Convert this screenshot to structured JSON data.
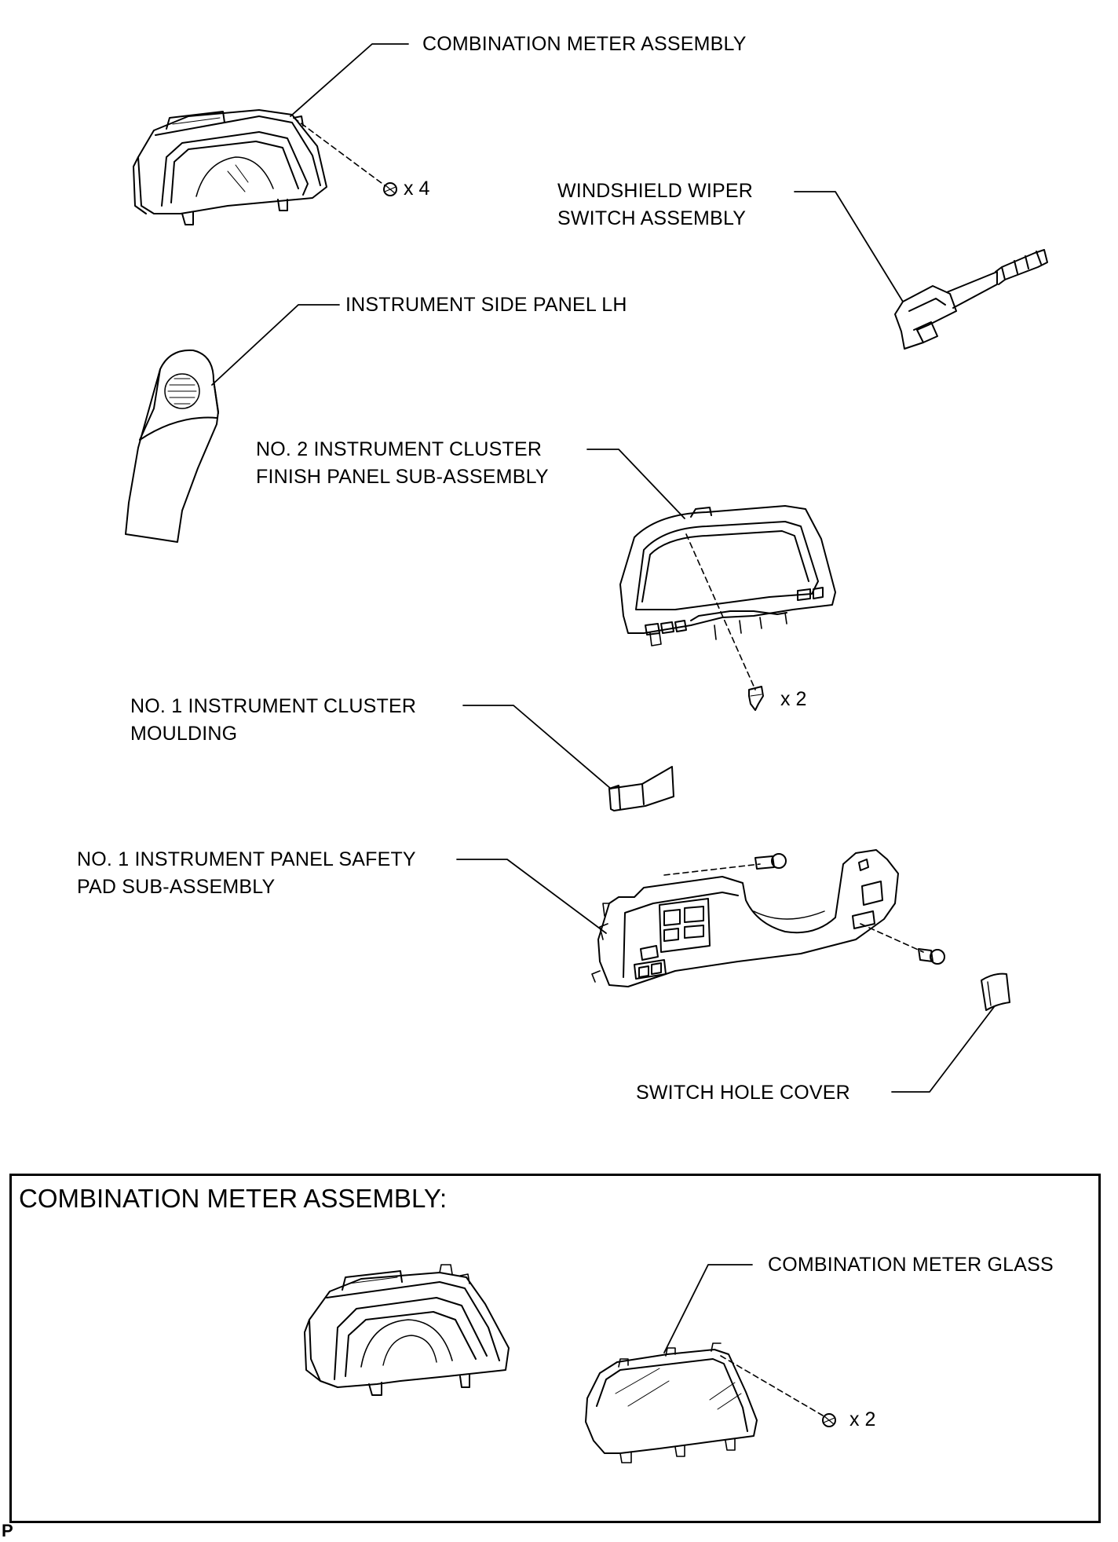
{
  "labels": {
    "combination_meter_assembly": "COMBINATION METER ASSEMBLY",
    "windshield_wiper_line1": "WINDSHIELD WIPER",
    "windshield_wiper_line2": "SWITCH ASSEMBLY",
    "instrument_side_panel": "INSTRUMENT SIDE PANEL LH",
    "no2_cluster_line1": "NO. 2 INSTRUMENT CLUSTER",
    "no2_cluster_line2": "FINISH PANEL SUB-ASSEMBLY",
    "no1_moulding_line1": "NO. 1 INSTRUMENT CLUSTER",
    "no1_moulding_line2": "MOULDING",
    "safety_pad_line1": "NO. 1 INSTRUMENT PANEL SAFETY",
    "safety_pad_line2": "PAD SUB-ASSEMBLY",
    "switch_hole_cover": "SWITCH HOLE COVER",
    "combination_meter_glass": "COMBINATION METER GLASS"
  },
  "quantities": {
    "meter_screws": "x 4",
    "cluster_clips": "x 2",
    "glass_screws": "x 2"
  },
  "inset": {
    "title": "COMBINATION METER ASSEMBLY:"
  },
  "illustration_code": "P"
}
